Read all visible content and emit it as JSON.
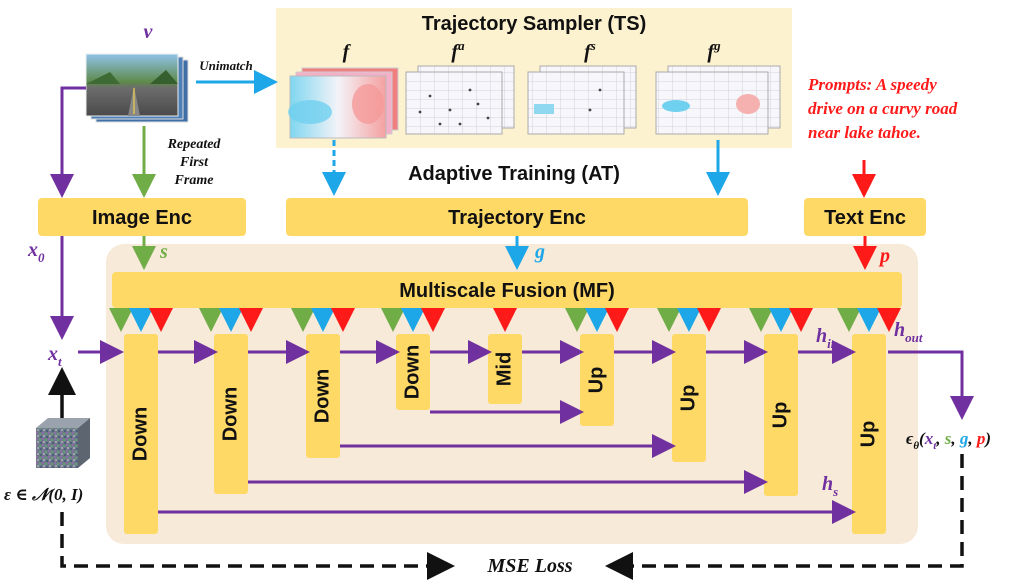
{
  "colors": {
    "purple": "#7030a0",
    "green": "#70ad47",
    "blue": "#1ea7e8",
    "red": "#ff1a1a",
    "block": "#ffd966",
    "block_border": "#e6b422",
    "panel": "#f7ead9",
    "ts_panel": "#fdf2cf",
    "black": "#111111"
  },
  "title_ts": "Trajectory Sampler (TS)",
  "adaptive_training": "Adaptive Training (AT)",
  "unimatch": "Unimatch",
  "video_symbol": "v",
  "repeated_first_frame": [
    "Repeated",
    "First",
    "Frame"
  ],
  "flow_labels": {
    "f": "f",
    "fa_base": "f",
    "fa_sup": "a",
    "fs_base": "f",
    "fs_sup": "s",
    "fg_base": "f",
    "fg_sup": "g"
  },
  "prompt_lines": [
    "Prompts: A speedy",
    "drive on a curvy road",
    "near lake tahoe."
  ],
  "encoders": {
    "image": "Image Enc",
    "trajectory": "Trajectory Enc",
    "text": "Text Enc"
  },
  "fusion": "Multiscale Fusion (MF)",
  "symbols": {
    "s": "s",
    "g": "g",
    "p": "p",
    "x0_base": "x",
    "x0_sub": "0",
    "xt_base": "x",
    "xt_sub": "t",
    "h_in_base": "h",
    "h_in_sub": "in",
    "h_out_base": "h",
    "h_out_sub": "out",
    "h_s_base": "h",
    "h_s_sub": "s"
  },
  "noise_label": "ε ∈ 𝒩(0, I)",
  "output_label": {
    "prefix": "ϵ",
    "sub": "θ",
    "open": "(",
    "x": "x",
    "xsub": "t",
    "c1": ", ",
    "s": "s",
    "c2": ", ",
    "g": "g",
    "c3": ", ",
    "p": "p",
    "close": ")"
  },
  "unet_blocks": [
    "Down",
    "Down",
    "Down",
    "Down",
    "Mid",
    "Up",
    "Up",
    "Up",
    "Up"
  ],
  "mse_loss": "MSE Loss"
}
